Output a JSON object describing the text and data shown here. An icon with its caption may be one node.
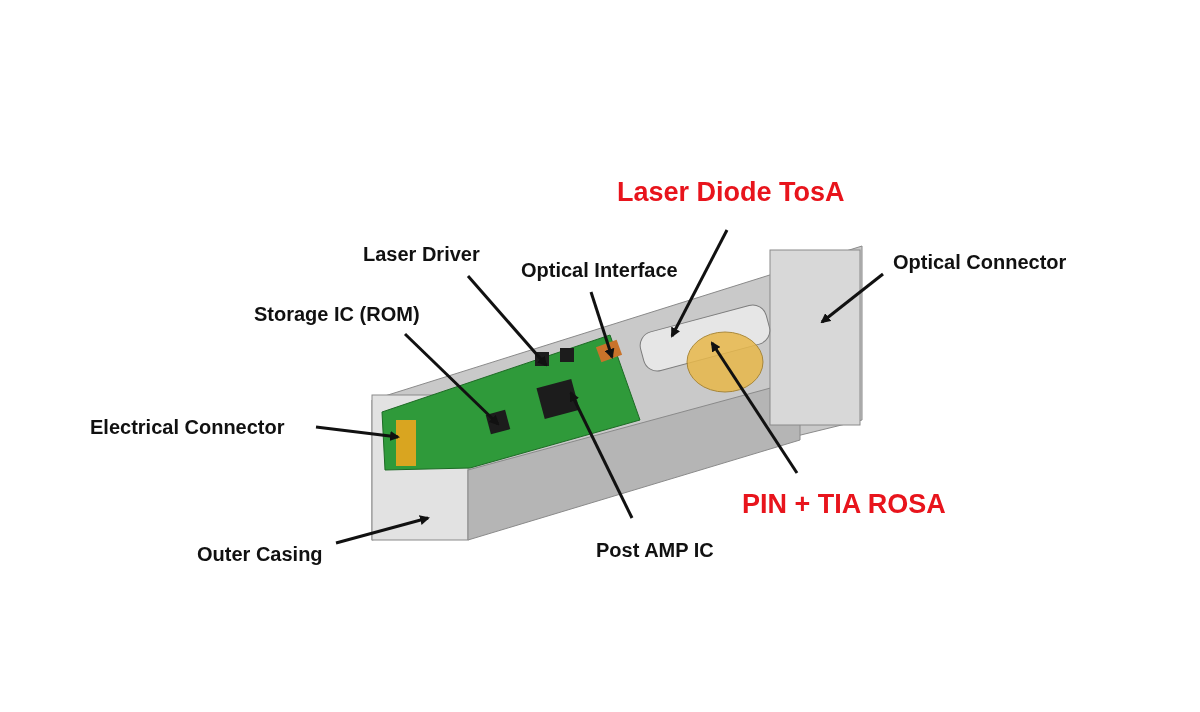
{
  "diagram": {
    "nodes": [
      {
        "text": [
          "Laser Diode TosA"
        ]
      },
      {
        "text": [
          "Laser Driver"
        ]
      },
      {
        "text": [
          "Optical Interface"
        ]
      },
      {
        "text": [
          "Optical Connector"
        ]
      },
      {
        "text": [
          "Storage IC (ROM)"
        ]
      },
      {
        "text": [
          "Electrical Connector"
        ]
      },
      {
        "text": [
          "PIN + TIA ROSA"
        ]
      },
      {
        "text": [
          "Outer Casing"
        ]
      },
      {
        "text": [
          "Post AMP IC"
        ]
      }
    ],
    "edges": [
      {
        "from": 0,
        "to": null,
        "arrow": "to"
      },
      {
        "from": 1,
        "to": null,
        "arrow": "to"
      },
      {
        "from": 2,
        "to": null,
        "arrow": "to"
      },
      {
        "from": 3,
        "to": null,
        "arrow": "to"
      },
      {
        "from": 4,
        "to": null,
        "arrow": "to"
      },
      {
        "from": 5,
        "to": null,
        "arrow": "to"
      },
      {
        "from": 6,
        "to": null,
        "arrow": "to"
      },
      {
        "from": 7,
        "to": null,
        "arrow": "to"
      },
      {
        "from": 8,
        "to": null,
        "arrow": "to"
      }
    ]
  }
}
